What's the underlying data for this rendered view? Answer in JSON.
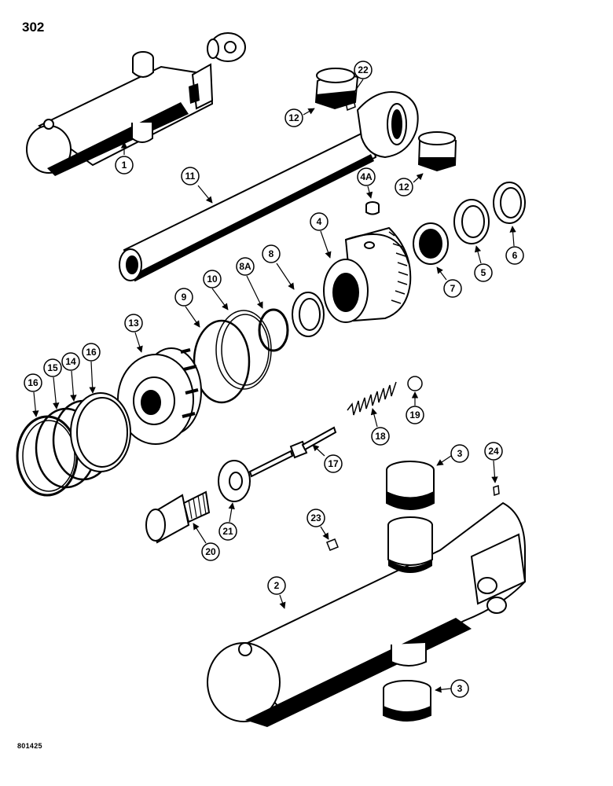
{
  "page": {
    "number": "302",
    "figure_code": "801425"
  },
  "callouts": [
    {
      "id": "c1",
      "label": "1"
    },
    {
      "id": "c11",
      "label": "11"
    },
    {
      "id": "c22",
      "label": "22"
    },
    {
      "id": "c12a",
      "label": "12"
    },
    {
      "id": "c12b",
      "label": "12"
    },
    {
      "id": "c4a",
      "label": "4A"
    },
    {
      "id": "c4",
      "label": "4"
    },
    {
      "id": "c7",
      "label": "7"
    },
    {
      "id": "c5",
      "label": "5"
    },
    {
      "id": "c6",
      "label": "6"
    },
    {
      "id": "c8a",
      "label": "8A"
    },
    {
      "id": "c8",
      "label": "8"
    },
    {
      "id": "c10",
      "label": "10"
    },
    {
      "id": "c9",
      "label": "9"
    },
    {
      "id": "c13",
      "label": "13"
    },
    {
      "id": "c16a",
      "label": "16"
    },
    {
      "id": "c15",
      "label": "15"
    },
    {
      "id": "c14",
      "label": "14"
    },
    {
      "id": "c16b",
      "label": "16"
    },
    {
      "id": "c19",
      "label": "19"
    },
    {
      "id": "c18",
      "label": "18"
    },
    {
      "id": "c17",
      "label": "17"
    },
    {
      "id": "c3a",
      "label": "3"
    },
    {
      "id": "c24",
      "label": "24"
    },
    {
      "id": "c21",
      "label": "21"
    },
    {
      "id": "c20",
      "label": "20"
    },
    {
      "id": "c23",
      "label": "23"
    },
    {
      "id": "c2",
      "label": "2"
    },
    {
      "id": "c3b",
      "label": "3"
    }
  ]
}
